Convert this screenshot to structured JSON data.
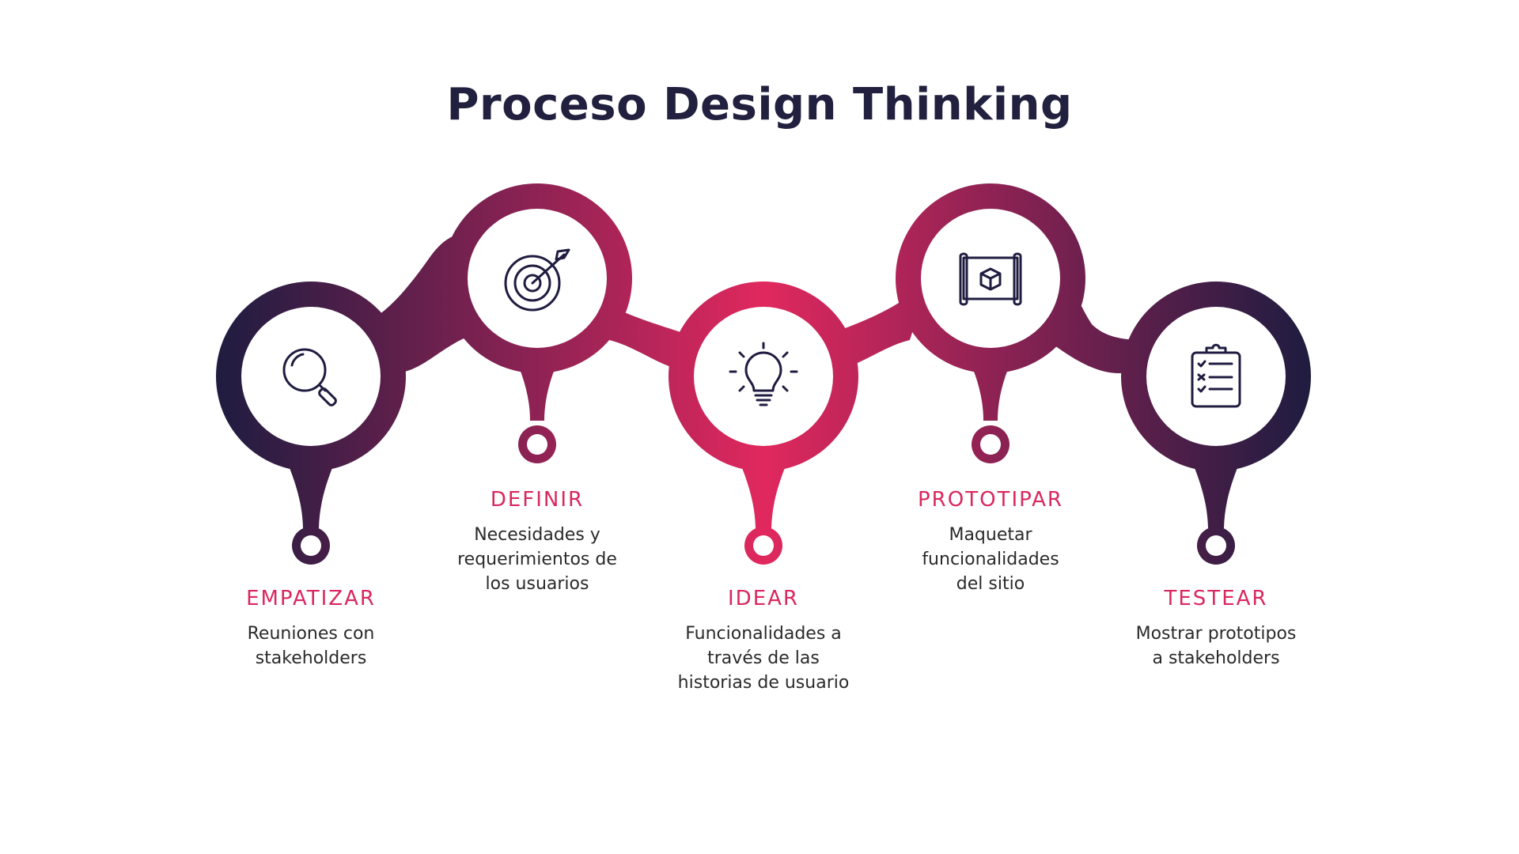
{
  "title": "Proceso Design Thinking",
  "colors": {
    "dark": "#1f1c40",
    "mid": "#7a1f4e",
    "accent": "#dc2a5d",
    "title": "#21213f"
  },
  "steps": [
    {
      "label": "EMPATIZAR",
      "desc": [
        "Reuniones con",
        "stakeholders"
      ],
      "icon": "magnifier-icon"
    },
    {
      "label": "DEFINIR",
      "desc": [
        "Necesidades y",
        "requerimientos de",
        "los usuarios"
      ],
      "icon": "target-icon"
    },
    {
      "label": "IDEAR",
      "desc": [
        "Funcionalidades a",
        "través de las",
        "historias de usuario"
      ],
      "icon": "lightbulb-icon"
    },
    {
      "label": "PROTOTIPAR",
      "desc": [
        "Maquetar",
        "funcionalidades",
        "del sitio"
      ],
      "icon": "blueprint-icon"
    },
    {
      "label": "TESTEAR",
      "desc": [
        "Mostrar prototipos",
        "a stakeholders"
      ],
      "icon": "clipboard-icon"
    }
  ]
}
